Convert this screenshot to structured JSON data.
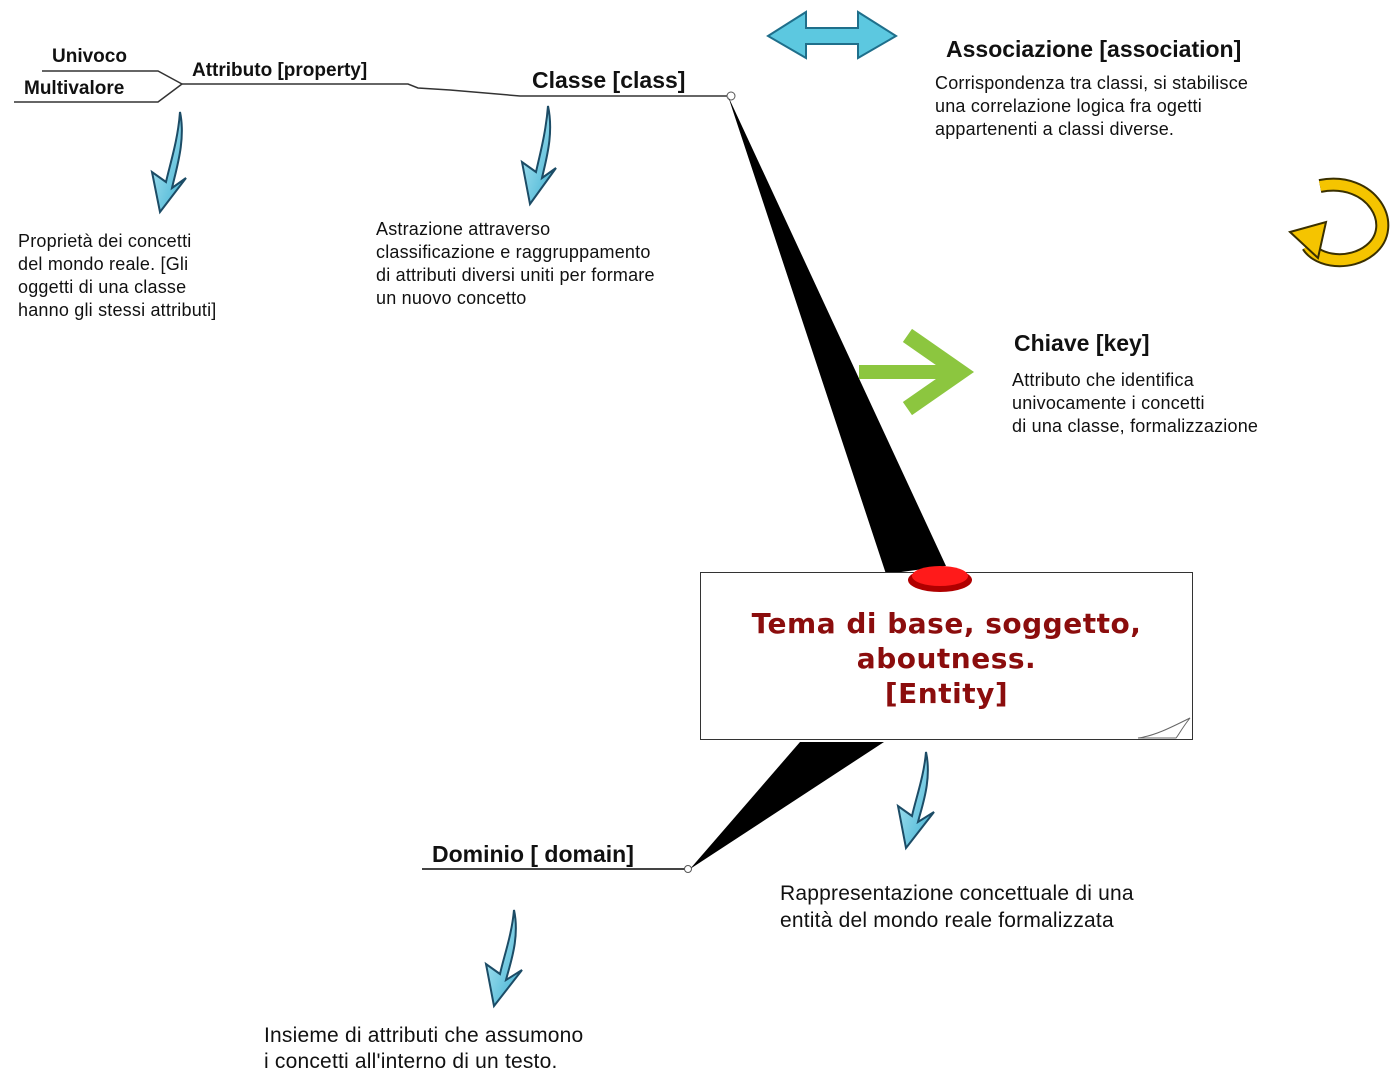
{
  "nodes": {
    "univoco": "Univoco",
    "multivalore": "Multivalore",
    "attributo": "Attributo [property]",
    "classe": "Classe [class]",
    "associazione": "Associazione [association]",
    "chiave": "Chiave [key]",
    "dominio": "Dominio [ domain]",
    "entity": "Tema di base, soggetto,\naboutness.\n[Entity]"
  },
  "descriptions": {
    "associazione": "Corrispondenza tra classi, si stabilisce\nuna correlazione logica fra ogetti\nappartenenti a classi diverse.",
    "attributo": "Proprietà dei concetti\ndel mondo reale. [Gli\noggetti di una classe\nhanno gli stessi attributi]",
    "classe": "Astrazione attraverso\nclassificazione  e raggruppamento\ndi attributi diversi uniti per formare\n un nuovo concetto",
    "chiave": "Attributo che identifica\n univocamente i concetti\n di una classe, formalizzazione",
    "entity": "Rappresentazione concettuale di una\nentità del mondo reale formalizzata",
    "dominio": "Insieme di attributi che assumono\ni concetti all'interno di un testo."
  },
  "colors": {
    "entity_text": "#8b0d0d",
    "entity_pin": "#e00000",
    "cyan_arrow": "#5cc8e0",
    "green_arrow": "#8cc63f",
    "yellow_arrow": "#f5c400",
    "connector": "#000000"
  },
  "icons": {
    "double_arrow": "double-arrow-icon",
    "curved_arrow": "curved-arrow-icon",
    "right_arrow": "right-arrow-icon",
    "down_arrow": "down-arrow-icon"
  }
}
